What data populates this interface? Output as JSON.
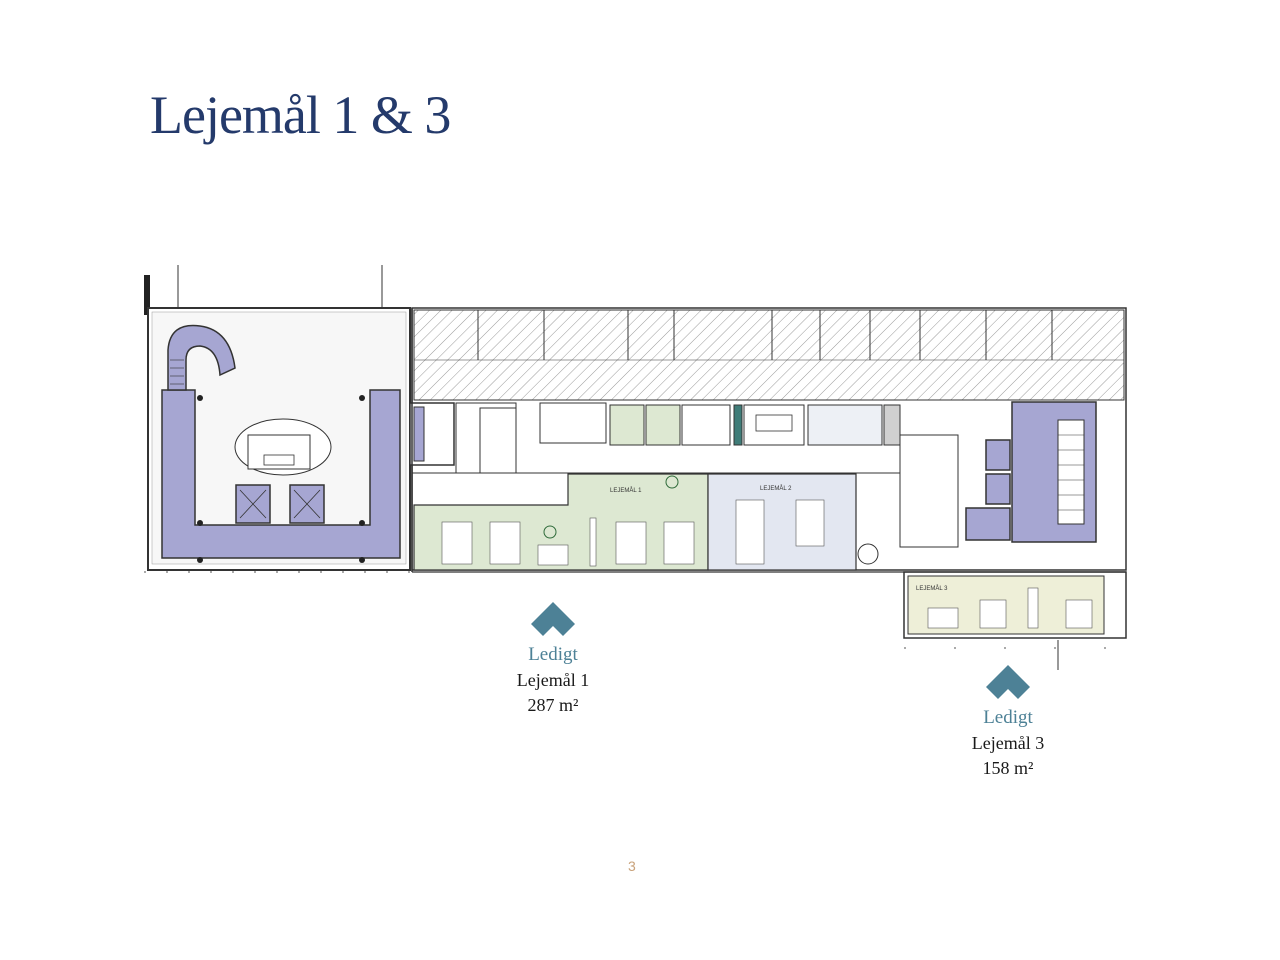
{
  "page": {
    "title": "Lejemål 1 & 3",
    "page_number": "3"
  },
  "floorplan": {
    "room_labels": {
      "lejemaal_1": "LEJEMÅL 1",
      "lejemaal_2": "LEJEMÅL 2",
      "lejemaal_3": "LEJEMÅL 3"
    },
    "colors": {
      "lejemaal_1_fill": "#dde8d2",
      "lejemaal_2_fill": "#e3e7f1",
      "lejemaal_3_fill": "#eeefd8",
      "core_fill": "#a6a6d2",
      "wall": "#2a2a2a"
    }
  },
  "markers": [
    {
      "status": "Ledigt",
      "name": "Lejemål 1",
      "area": "287 m²",
      "icon": "location-arrow-icon",
      "color": "#4d8196"
    },
    {
      "status": "Ledigt",
      "name": "Lejemål 3",
      "area": "158 m²",
      "icon": "location-arrow-icon",
      "color": "#4d8196"
    }
  ]
}
